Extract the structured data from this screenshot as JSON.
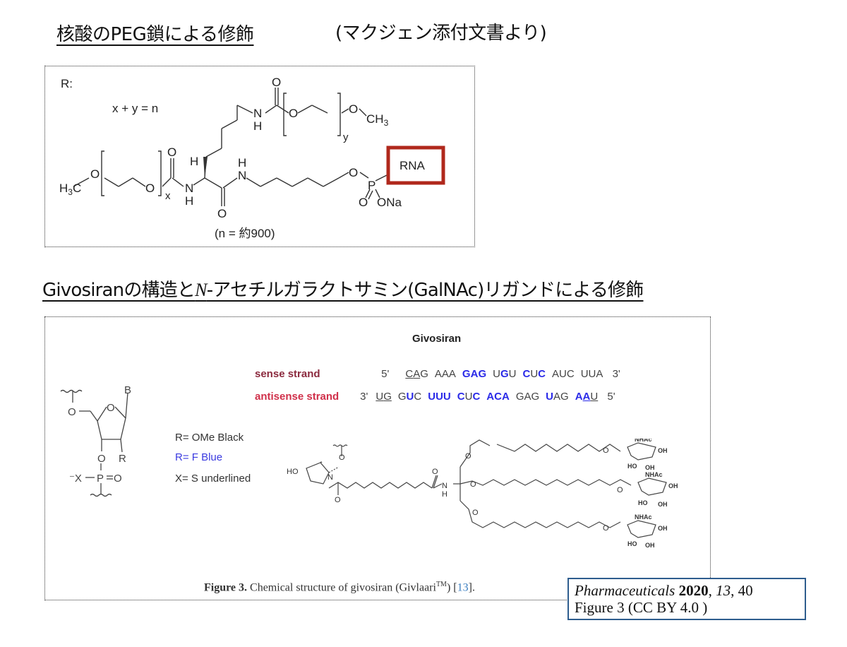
{
  "section1": {
    "title": "核酸のPEG鎖による修飾",
    "source_note": "(マクジェン添付文書より)",
    "structure": {
      "r_label": "R:",
      "equation": "x + y = n",
      "n_note": "(n = 約900)",
      "rna_label": "RNA",
      "highlight_color": "#b0281c",
      "atoms": {
        "h3c": "H3C",
        "o": "O",
        "x": "x",
        "y": "y",
        "nh": "N",
        "h": "H",
        "ch3": "CH3",
        "p": "P",
        "ona": "ONa"
      }
    }
  },
  "section2": {
    "title_part1": "Givosiranの構造と",
    "title_italic": "N",
    "title_part2": "-アセチルガラクトサミン(GalNAc)リガンドによる修飾",
    "figure": {
      "title": "Givosiran",
      "sense": {
        "label": "sense strand",
        "label_color": "#8b2a3e",
        "start": "5'",
        "end": "3'",
        "codons": [
          [
            {
              "t": "C",
              "c": "k",
              "u": true
            },
            {
              "t": "A",
              "c": "k",
              "u": true
            },
            {
              "t": "G",
              "c": "k",
              "u": false
            }
          ],
          [
            {
              "t": "A",
              "c": "k"
            },
            {
              "t": "A",
              "c": "k"
            },
            {
              "t": "A",
              "c": "k"
            }
          ],
          [
            {
              "t": "G",
              "c": "b"
            },
            {
              "t": "A",
              "c": "b"
            },
            {
              "t": "G",
              "c": "b"
            }
          ],
          [
            {
              "t": "U",
              "c": "k"
            },
            {
              "t": "G",
              "c": "b"
            },
            {
              "t": "U",
              "c": "k"
            }
          ],
          [
            {
              "t": "C",
              "c": "b"
            },
            {
              "t": "U",
              "c": "k"
            },
            {
              "t": "C",
              "c": "b"
            }
          ],
          [
            {
              "t": "A",
              "c": "k"
            },
            {
              "t": "U",
              "c": "k"
            },
            {
              "t": "C",
              "c": "k"
            }
          ],
          [
            {
              "t": "U",
              "c": "k"
            },
            {
              "t": "U",
              "c": "k"
            },
            {
              "t": "A",
              "c": "k"
            }
          ]
        ]
      },
      "antisense": {
        "label": "antisense strand",
        "label_color": "#d0304a",
        "start": "3'",
        "end": "5'",
        "codons": [
          [
            {
              "t": "U",
              "c": "k",
              "u": true
            },
            {
              "t": "G",
              "c": "k",
              "u": true
            }
          ],
          [
            {
              "t": "G",
              "c": "k"
            },
            {
              "t": "U",
              "c": "b"
            },
            {
              "t": "C",
              "c": "k"
            }
          ],
          [
            {
              "t": "U",
              "c": "b"
            },
            {
              "t": "U",
              "c": "b"
            },
            {
              "t": "U",
              "c": "b"
            }
          ],
          [
            {
              "t": "C",
              "c": "b"
            },
            {
              "t": "U",
              "c": "k"
            },
            {
              "t": "C",
              "c": "b"
            }
          ],
          [
            {
              "t": "A",
              "c": "b"
            },
            {
              "t": "C",
              "c": "b"
            },
            {
              "t": "A",
              "c": "b"
            }
          ],
          [
            {
              "t": "G",
              "c": "k"
            },
            {
              "t": "A",
              "c": "k"
            },
            {
              "t": "G",
              "c": "k"
            }
          ],
          [
            {
              "t": "U",
              "c": "b"
            },
            {
              "t": "A",
              "c": "k"
            },
            {
              "t": "G",
              "c": "k"
            }
          ],
          [
            {
              "t": "A",
              "c": "b"
            },
            {
              "t": "A",
              "c": "b",
              "u": true
            },
            {
              "t": "U",
              "c": "k",
              "u": true
            }
          ]
        ]
      },
      "legend": [
        {
          "text": "R= OMe   Black",
          "color": "#333333"
        },
        {
          "text": "R= F   Blue",
          "color": "#3a3ae0"
        },
        {
          "text": "X= S   underlined",
          "color": "#333333"
        }
      ],
      "nucleotide": {
        "b": "B",
        "o": "O",
        "r": "R",
        "x": "X",
        "p": "P",
        "eq_o": "O"
      },
      "galnac": {
        "nhac": "NHAc",
        "oh": "OH",
        "ho": "HO",
        "o": "O",
        "n": "N",
        "h": "H"
      },
      "caption_bold": "Figure 3.",
      "caption_text": " Chemical structure of givosiran (Givlaari",
      "caption_tm": "TM",
      "caption_ref_pre": ") [",
      "caption_ref": "13",
      "caption_ref_post": "].",
      "ref_color": "#3a7ec0",
      "blue_color": "#2b2be8"
    },
    "citation": {
      "journal": "Pharmaceuticals",
      "year": "2020",
      "volume": "13",
      "page": "40",
      "line2": "Figure 3 (CC BY 4.0 )",
      "border_color": "#2e5d8e"
    }
  }
}
